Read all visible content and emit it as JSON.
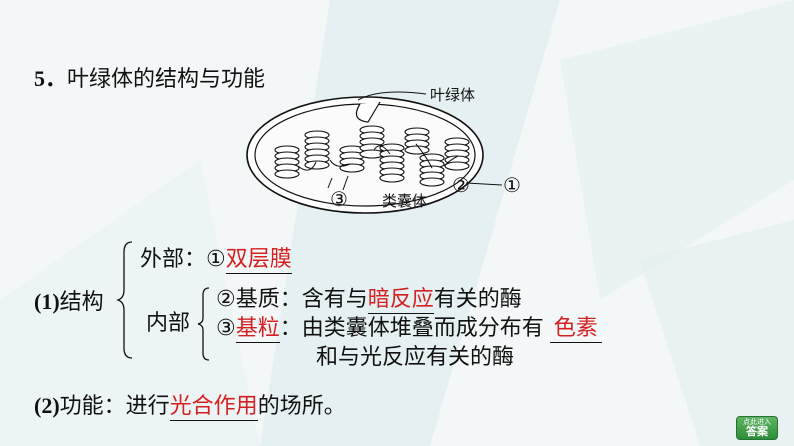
{
  "heading": {
    "number": "5．",
    "title": "叶绿体的结构与功能"
  },
  "diagram": {
    "label_chloroplast": "叶绿体",
    "label_thylakoid": "类囊体",
    "marker_1": "①",
    "marker_2": "②",
    "marker_3": "③"
  },
  "structure": {
    "label_num": "(1)",
    "label": "结构",
    "outer": {
      "label": "外部：",
      "num": "①",
      "answer": "双层膜"
    },
    "inner": {
      "label": "内部",
      "line1": {
        "prefix": "②基质：含有与",
        "answer": "暗反应",
        "suffix": "有关的酶"
      },
      "line2": {
        "num": "③",
        "answer": "基粒",
        "middle": "：由类囊体堆叠而成分布有",
        "answer2": "色素"
      },
      "line3": "和与光反应有关的酶"
    }
  },
  "function": {
    "label_num": "(2)",
    "prefix": "功能：进行",
    "answer": "光合作用",
    "suffix": "的场所。"
  },
  "answer_button": {
    "line1": "点此进入",
    "line2": "答案"
  },
  "colors": {
    "answer": "#d42020",
    "button": "#3a9a45",
    "background": "#f4f7f8"
  }
}
